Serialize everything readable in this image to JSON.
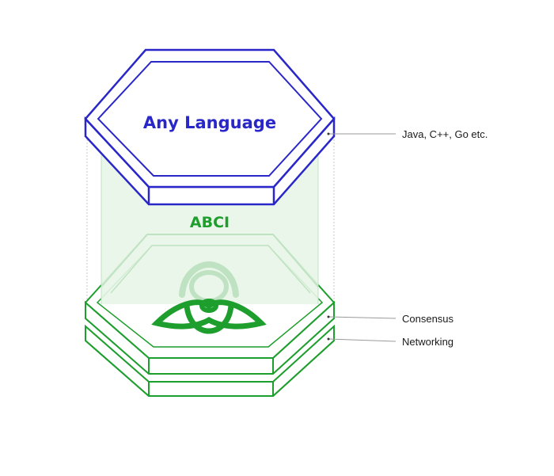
{
  "colors": {
    "blue": "#2a27c9",
    "green": "#1d9e2d",
    "green_light": "#bfe3c2",
    "panel_fill": "#e8f5e8",
    "leader": "#9a9a9a",
    "text": "#1a1a1a"
  },
  "top_block": {
    "label": "Any Language"
  },
  "interface": {
    "label": "ABCI"
  },
  "callouts": [
    {
      "id": "language",
      "text": "Java, C++, Go etc."
    },
    {
      "id": "consensus",
      "text": "Consensus"
    },
    {
      "id": "networking",
      "text": "Networking"
    }
  ],
  "logo": {
    "name": "tendermint-logo-icon"
  }
}
